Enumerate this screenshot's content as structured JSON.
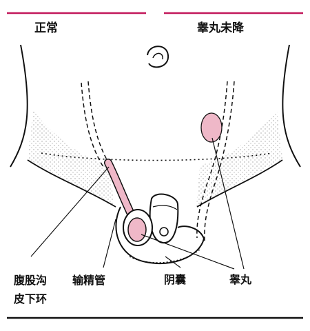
{
  "header": {
    "left_title": "正常",
    "right_title": "睾丸未降"
  },
  "labels": {
    "superficial_inguinal_ring": [
      "腹股沟",
      "皮下环"
    ],
    "vas_deferens": "输精管",
    "scrotum": "阴囊",
    "testis": "睾丸"
  },
  "colors": {
    "accent_rule": "#c2185b",
    "testis_fill": "#efb8c8",
    "outline": "#111111"
  }
}
